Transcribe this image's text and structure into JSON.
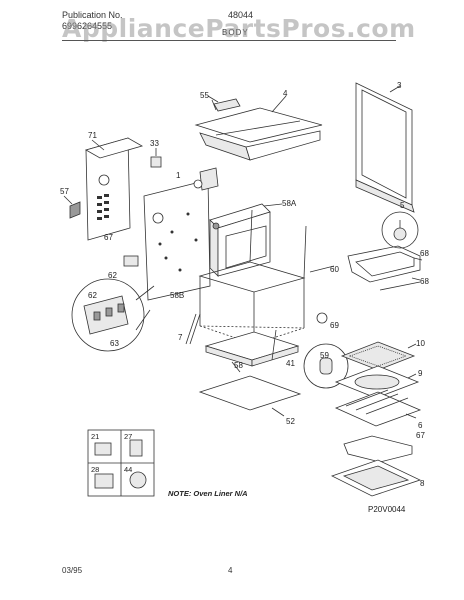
{
  "header": {
    "publication_label": "Publication No.",
    "publication_number": "6996264555",
    "model": "48044",
    "section": "BODY"
  },
  "watermark": "AppliancePartsPros.com",
  "callouts": [
    "55",
    "4",
    "3",
    "71",
    "33",
    "1",
    "57",
    "58A",
    "5",
    "67",
    "62",
    "60",
    "68",
    "68",
    "62",
    "63",
    "58B",
    "7",
    "69",
    "10",
    "58",
    "41",
    "59",
    "9",
    "52",
    "6",
    "67",
    "8"
  ],
  "legend": {
    "cells": [
      "21",
      "27",
      "28",
      "44"
    ]
  },
  "note": "NOTE: Oven Liner N/A",
  "diagram_id": "P20V0044",
  "footer": {
    "date": "03/95",
    "page": "4"
  }
}
